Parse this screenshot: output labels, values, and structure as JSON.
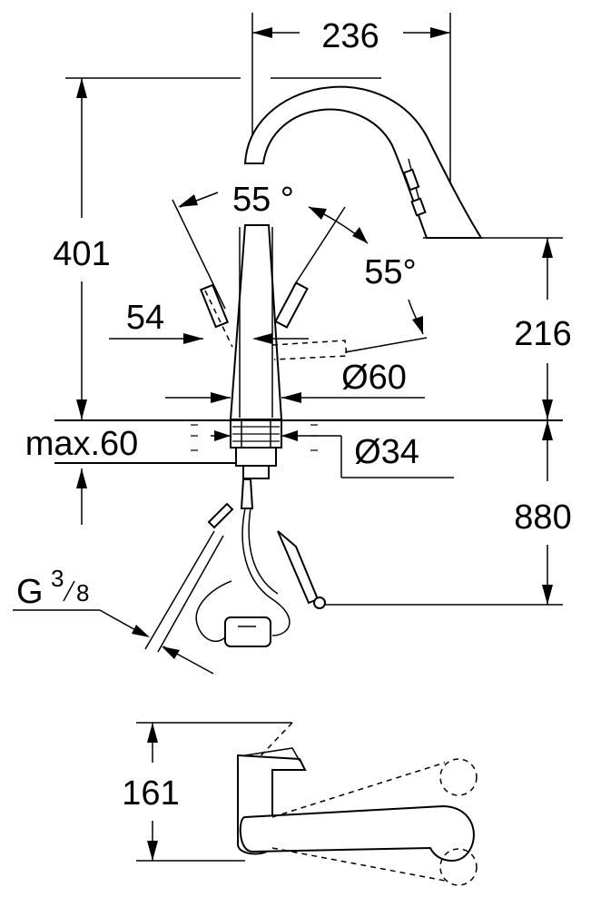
{
  "dimensions": {
    "reach": "236",
    "height_total": "401",
    "angle_left": "55 °",
    "angle_right": "55°",
    "lever_offset": "54",
    "spout_height": "216",
    "base_diameter": "Ø60",
    "max_thickness": "max.60",
    "hole_diameter": "Ø34",
    "hose_length": "880",
    "thread_prefix": "G",
    "thread_num": "3",
    "thread_den": "8",
    "side_height": "161"
  }
}
